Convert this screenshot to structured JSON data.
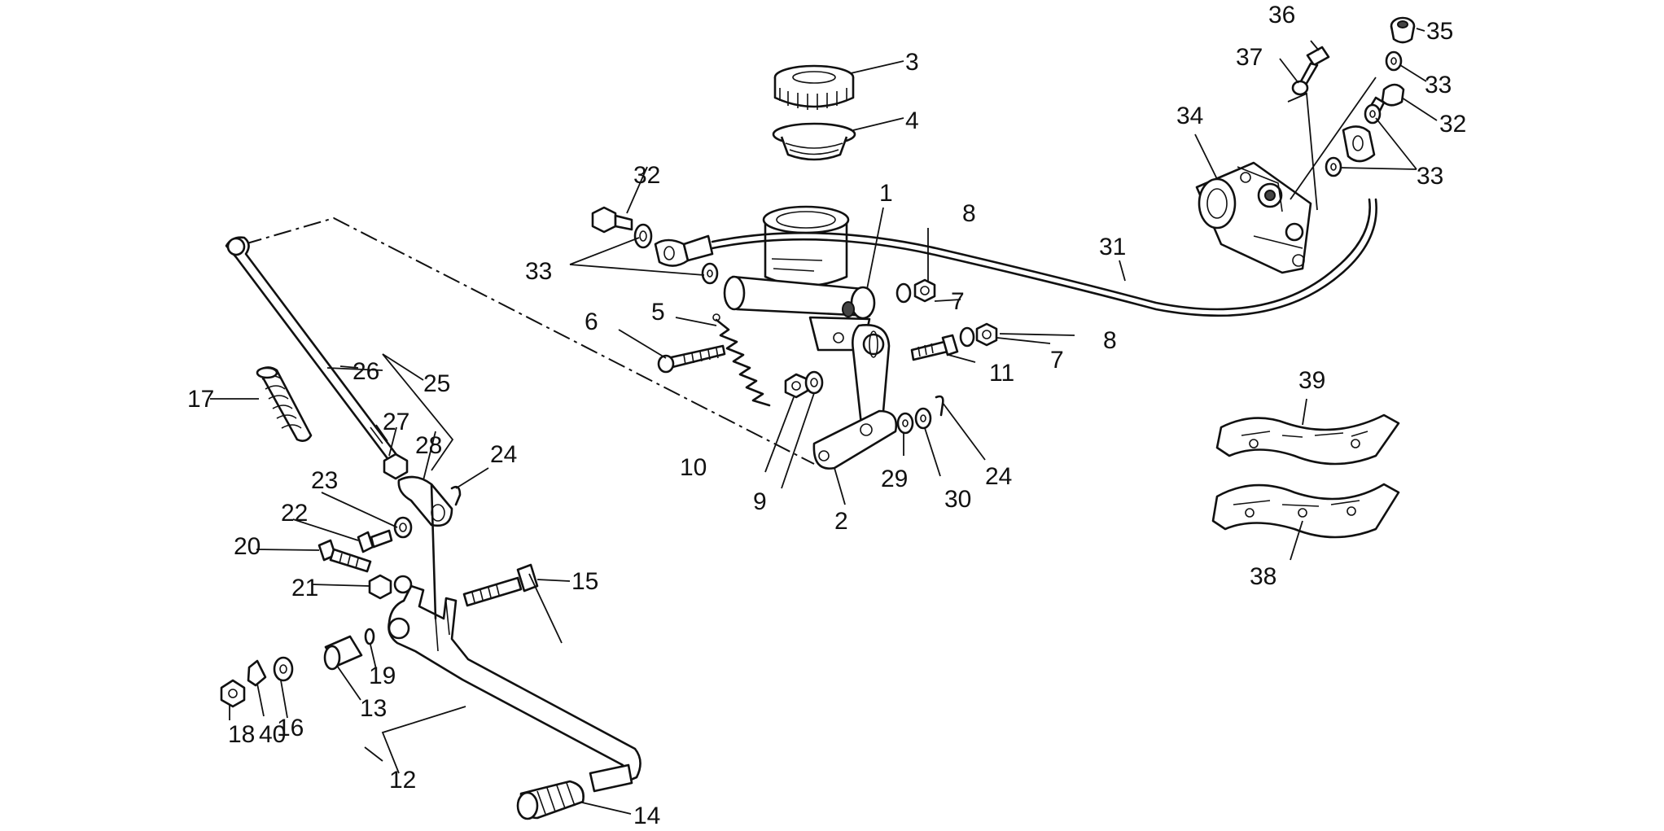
{
  "labels": {
    "l1": "1",
    "l2": "2",
    "l3": "3",
    "l4": "4",
    "l5": "5",
    "l6": "6",
    "l7a": "7",
    "l7b": "7",
    "l8a": "8",
    "l8b": "8",
    "l9": "9",
    "l10": "10",
    "l11": "11",
    "l12": "12",
    "l13": "13",
    "l14": "14",
    "l15": "15",
    "l16": "16",
    "l17": "17",
    "l18": "18",
    "l19": "19",
    "l20": "20",
    "l21": "21",
    "l22": "22",
    "l23": "23",
    "l24a": "24",
    "l24b": "24",
    "l25": "25",
    "l26": "26",
    "l27": "27",
    "l28": "28",
    "l29": "29",
    "l30": "30",
    "l31": "31",
    "l32a": "32",
    "l32b": "32",
    "l33a": "33",
    "l33b": "33",
    "l33c": "33",
    "l34": "34",
    "l35": "35",
    "l36": "36",
    "l37": "37",
    "l38": "38",
    "l39": "39",
    "l40": "40"
  }
}
